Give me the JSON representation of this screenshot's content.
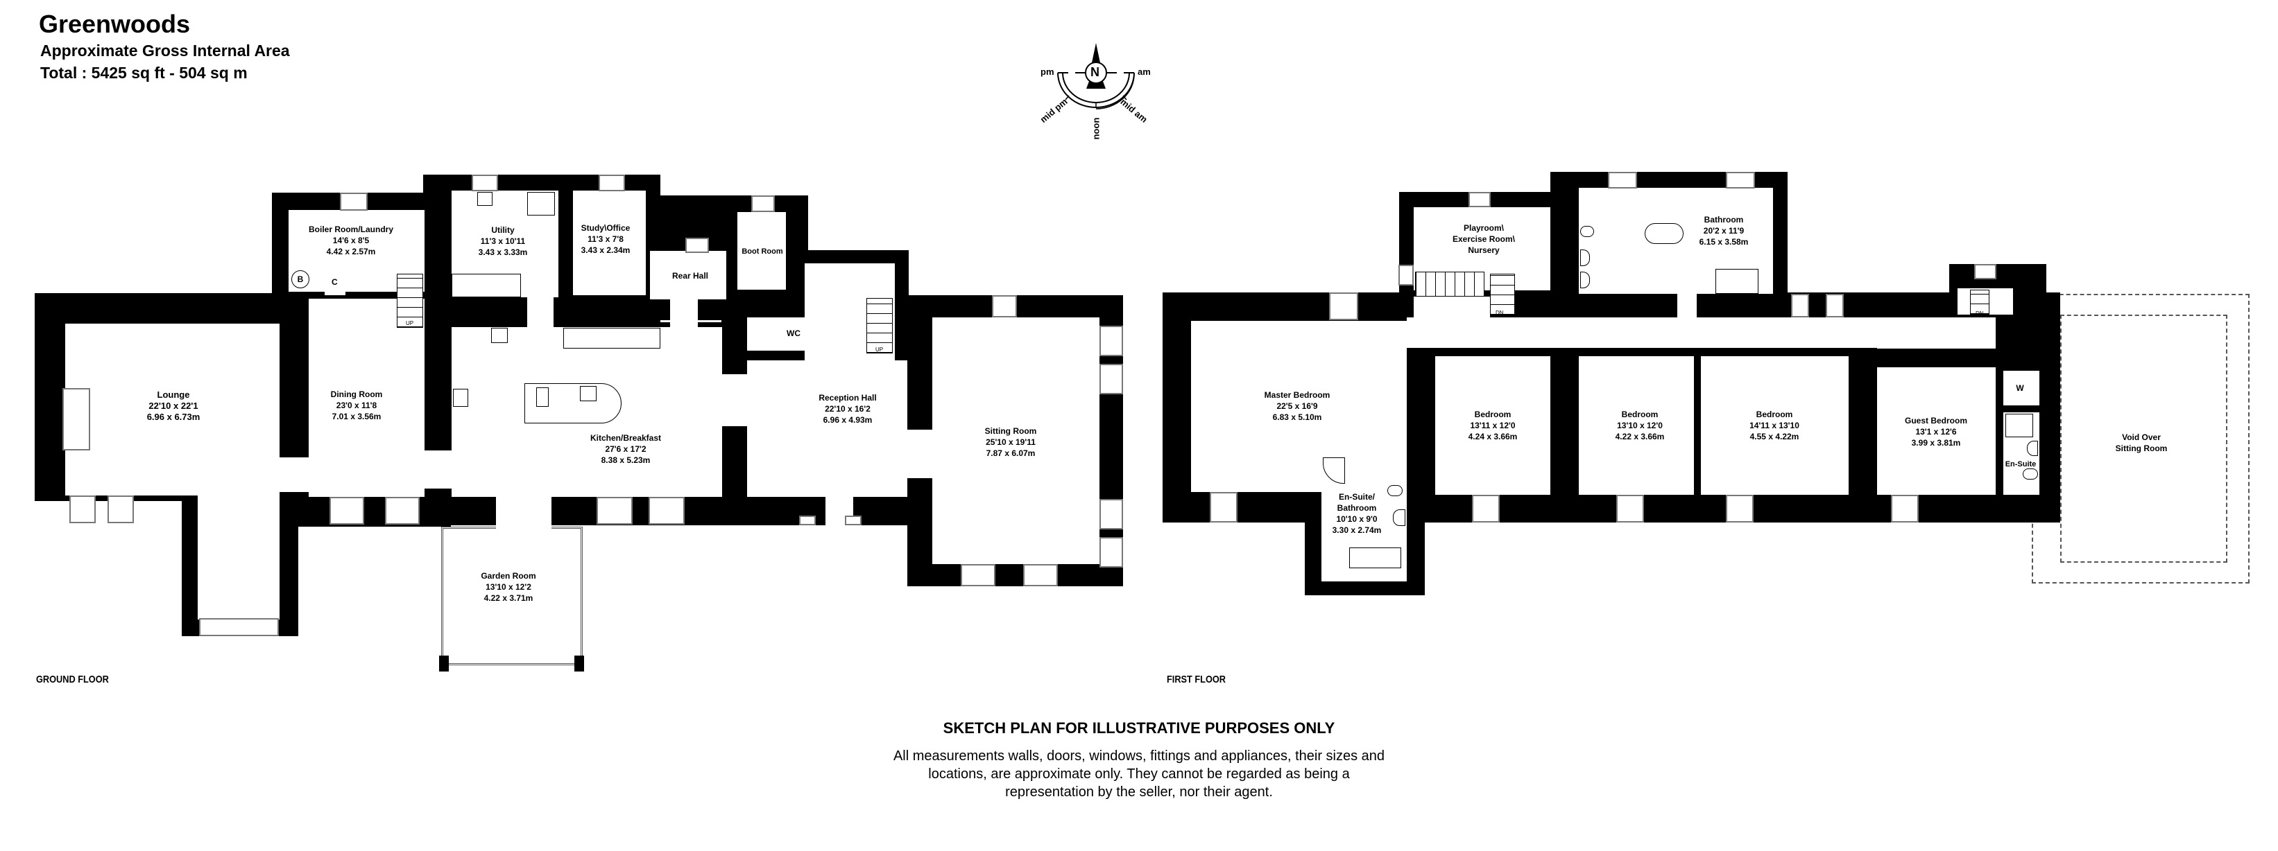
{
  "header": {
    "title": "Greenwoods",
    "subtitle": "Approximate Gross Internal Area",
    "total": "Total : 5425 sq ft - 504 sq m"
  },
  "compass": {
    "north": "N",
    "am": "am",
    "pm": "pm",
    "mid_am": "mid am",
    "mid_pm": "mid pm",
    "noon": "noon"
  },
  "ground_floor": {
    "label": "GROUND FLOOR",
    "rooms": [
      {
        "name": "Lounge",
        "imperial": "22'10 x 22'1",
        "metric": "6.96 x 6.73m"
      },
      {
        "name": "Dining Room",
        "imperial": "23'0 x 11'8",
        "metric": "7.01 x 3.56m"
      },
      {
        "name": "Boiler Room/Laundry",
        "imperial": "14'6 x 8'5",
        "metric": "4.42 x 2.57m"
      },
      {
        "name": "Utility",
        "imperial": "11'3 x 10'11",
        "metric": "3.43 x 3.33m"
      },
      {
        "name": "Study\\Office",
        "imperial": "11'3 x 7'8",
        "metric": "3.43 x 2.34m"
      },
      {
        "name": "Rear Hall",
        "imperial": "",
        "metric": ""
      },
      {
        "name": "Boot Room",
        "imperial": "",
        "metric": ""
      },
      {
        "name": "WC",
        "imperial": "",
        "metric": ""
      },
      {
        "name": "Kitchen/Breakfast",
        "imperial": "27'6 x 17'2",
        "metric": "8.38 x 5.23m"
      },
      {
        "name": "Reception Hall",
        "imperial": "22'10 x 16'2",
        "metric": "6.96 x 4.93m"
      },
      {
        "name": "Sitting Room",
        "imperial": "25'10 x 19'11",
        "metric": "7.87 x 6.07m"
      },
      {
        "name": "Garden Room",
        "imperial": "13'10 x 12'2",
        "metric": "4.22 x 3.71m"
      }
    ],
    "markers": {
      "boiler": "B",
      "cupboard": "C",
      "stairs_up": "UP"
    }
  },
  "first_floor": {
    "label": "FIRST FLOOR",
    "rooms": [
      {
        "name": "Master Bedroom",
        "imperial": "22'5 x 16'9",
        "metric": "6.83 x 5.10m"
      },
      {
        "name": "En-Suite/ Bathroom",
        "line1": "En-Suite/",
        "line2": "Bathroom",
        "imperial": "10'10 x 9'0",
        "metric": "3.30 x 2.74m"
      },
      {
        "name": "Playroom\\ Exercise Room\\ Nursery",
        "line1": "Playroom\\",
        "line2": "Exercise Room\\",
        "line3": "Nursery"
      },
      {
        "name": "Bathroom",
        "imperial": "20'2 x 11'9",
        "metric": "6.15 x 3.58m"
      },
      {
        "name": "Bedroom",
        "imperial": "13'11 x 12'0",
        "metric": "4.24 x 3.66m"
      },
      {
        "name": "Bedroom",
        "imperial": "13'10 x 12'0",
        "metric": "4.22 x 3.66m"
      },
      {
        "name": "Bedroom",
        "imperial": "14'11 x 13'10",
        "metric": "4.55 x 4.22m"
      },
      {
        "name": "Guest Bedroom",
        "imperial": "13'1 x 12'6",
        "metric": "3.99 x 3.81m"
      },
      {
        "name": "W"
      },
      {
        "name": "En-Suite"
      },
      {
        "name": "Void Over Sitting Room",
        "line1": "Void Over",
        "line2": "Sitting Room"
      }
    ],
    "markers": {
      "stairs_down": "DN"
    }
  },
  "disclaimer": {
    "title": "SKETCH PLAN FOR ILLUSTRATIVE PURPOSES ONLY",
    "body": "All measurements walls, doors, windows, fittings and appliances, their sizes and locations, are approximate only. They cannot be regarded as being a representation by the seller, nor their agent."
  }
}
